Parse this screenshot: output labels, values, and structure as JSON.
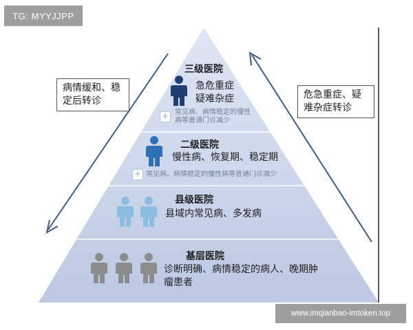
{
  "watermarks": {
    "top_left": "TG: MYYJJPP",
    "bottom_right": "www.imqianbao-imtoken.top"
  },
  "side_labels": {
    "left": "病情缓和、稳定后转诊",
    "right": "危急重症、疑难杂症转诊"
  },
  "tiers": [
    {
      "title": "三级医院",
      "description": "急危重症\n疑难杂症",
      "note": "常见病、病情稳定的慢性病等普通门诊减少",
      "icon": "person-icon",
      "count": 1,
      "color": "#1f3f73"
    },
    {
      "title": "二级医院",
      "description": "慢性病、恢复期、稳定期",
      "note": "常见病、病情稳定的慢性病等普通门诊减少",
      "icon": "person-icon",
      "count": 1,
      "color": "#2f6fb3"
    },
    {
      "title": "县级医院",
      "description": "县域内常见病、多发病",
      "note": "",
      "icon": "person-icon",
      "count": 2,
      "color": "#8cbce0"
    },
    {
      "title": "基层医院",
      "description": "诊断明确、病情稳定的病人、晚期肿瘤患者",
      "note": "",
      "icon": "person-icon",
      "count": 3,
      "color": "#8c8c8c"
    }
  ],
  "colors": {
    "arrow": "#3d5a8a",
    "pyramid_top": "#dfe6f4",
    "pyramid_bottom": "#bcc8e2"
  }
}
